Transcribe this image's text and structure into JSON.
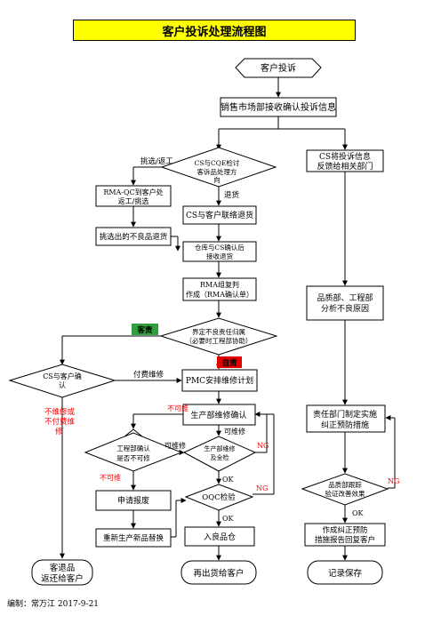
{
  "title": "客户投诉处理流程图",
  "footer": "编制：常万江  2017-9-21",
  "nodes": {
    "start": "客户投诉",
    "confirm": "销售市场部接收确认投诉信息",
    "cs_feedback": [
      "CS将投诉信息",
      "反馈给相关部门"
    ],
    "decision_cs_cqe": [
      "CS与CQE检讨",
      "客诉品处理方",
      "向"
    ],
    "rma_qc": [
      "RMA-QC到客户处",
      "返工/挑选"
    ],
    "cs_return": "CS与客户联络退货",
    "picked_bad": "挑选出的不良品退货",
    "warehouse": [
      "仓库与CS确认后",
      "接收退货"
    ],
    "rma_review": [
      "RMA组复判",
      "作成（RMA确认单）"
    ],
    "analysis": [
      "品质部、工程部",
      "分析不良原因"
    ],
    "decision_responsibility": [
      "界定不良责任归属",
      "（必要时工程部协助）"
    ],
    "decision_customer": [
      "CS与客户确",
      "认"
    ],
    "pmc": "PMC安排维修计划",
    "production_confirm": "生产部维修确认",
    "decision_engineering": [
      "工程部确认",
      "是否不可修"
    ],
    "decision_repair_check": [
      "生产部维修",
      "及全检"
    ],
    "decision_oqc": "OQC检验",
    "scrap": "申请报废",
    "replace": "重新生产新品替换",
    "store": "入良品仓",
    "countermeasure": [
      "责任部门制定实施",
      "纠正预防措施"
    ],
    "decision_verify": [
      "品质部跟踪",
      "验证改善效果"
    ],
    "report": [
      "作成纠正预防",
      "措施报告回复客户"
    ],
    "end_return": [
      "客退品",
      "返还给客户"
    ],
    "end_reship": "再出货给客户",
    "end_record": "记录保存"
  },
  "labels": {
    "pick_rework": "挑选/返工",
    "return_goods": "退货",
    "customer_pay": "客责",
    "own_pay": "自责",
    "paid_repair": "付费维修",
    "no_repair_return": [
      "不维修或",
      "不付费维",
      "修"
    ],
    "not_repairable": "不可维",
    "repairable": "可维修",
    "repairable2": "可维修",
    "not_repairable2": "不可维",
    "ng1": "NG",
    "ng2": "NG",
    "ng3": "NG",
    "ok1": "OK",
    "ok2": "OK",
    "ok3": "OK"
  },
  "colors": {
    "title_bg": "#ffff00",
    "customer_pay_bg": "#2e9e3e",
    "own_pay_bg": "#e00000",
    "red_text": "#ff0000"
  }
}
